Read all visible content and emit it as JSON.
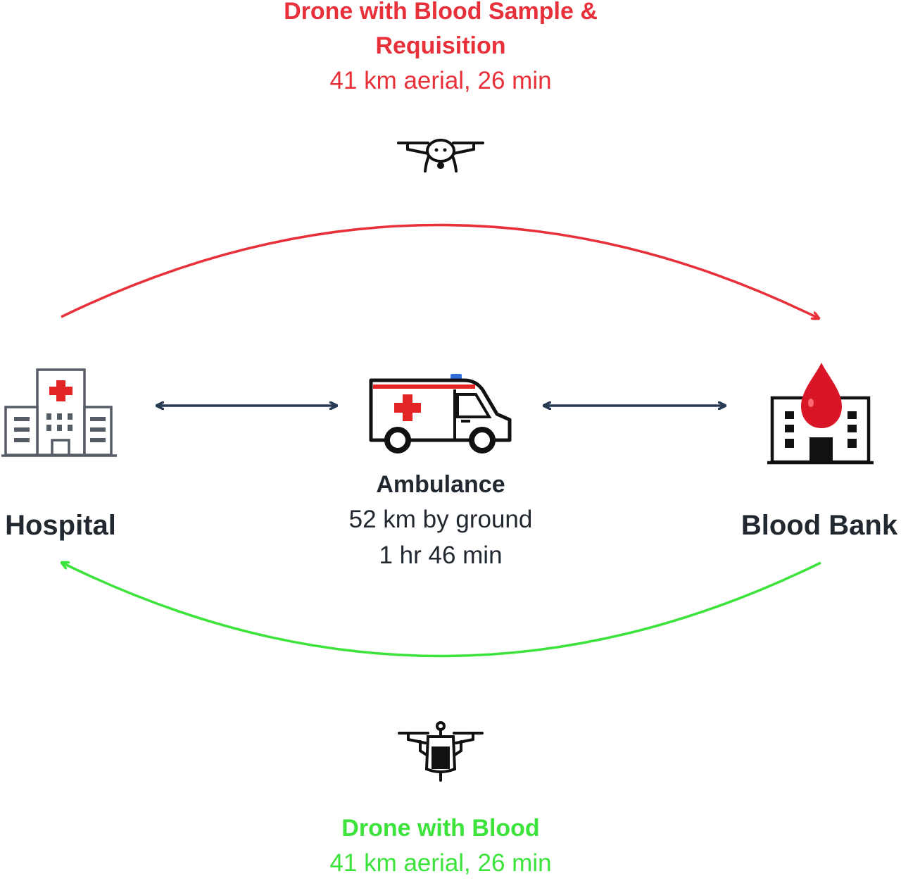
{
  "top_route": {
    "title_line1": "Drone with Blood Sample &",
    "title_line2": "Requisition",
    "detail": "41 km aerial, 26 min",
    "color": "#e8303a"
  },
  "bottom_route": {
    "title": "Drone with Blood",
    "detail": "41 km aerial, 26 min",
    "color": "#3be33b"
  },
  "ground_route": {
    "title": "Ambulance",
    "detail_line1": "52 km by ground",
    "detail_line2": "1 hr 46 min",
    "arrow_color": "#263a52"
  },
  "nodes": {
    "hospital": {
      "label": "Hospital",
      "icon": "hospital-building-icon"
    },
    "ambulance": {
      "icon": "ambulance-icon"
    },
    "blood_bank": {
      "label": "Blood Bank",
      "icon": "blood-bank-building-icon"
    }
  },
  "icons": {
    "top_drone": "camera-drone-icon",
    "bottom_drone": "blood-bag-drone-icon"
  }
}
